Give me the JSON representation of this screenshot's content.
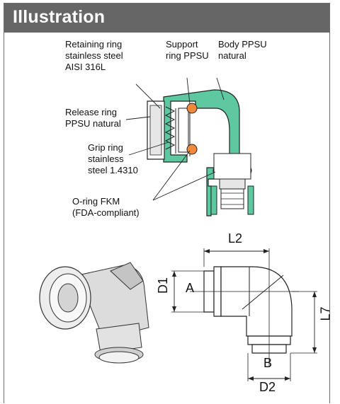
{
  "header": {
    "title": "Illustration"
  },
  "labels": {
    "retaining_ring": "Retaining ring\nstainless steel\nAISI 316L",
    "support_ring": "Support\nring PPSU",
    "body": "Body PPSU\nnatural",
    "release_ring": "Release ring\nPPSU natural",
    "grip_ring": "Grip ring\nstainless\nsteel 1.4310",
    "o_ring": "O-ring FKM\n(FDA-compliant)"
  },
  "dimensions": {
    "l2": "L2",
    "d1": "D1",
    "a": "A",
    "l7": "L7",
    "b": "B",
    "d2": "D2"
  },
  "colors": {
    "header_bg": "#666666",
    "body_green": "#5ec9a0",
    "o_ring_orange": "#f08a3a"
  }
}
